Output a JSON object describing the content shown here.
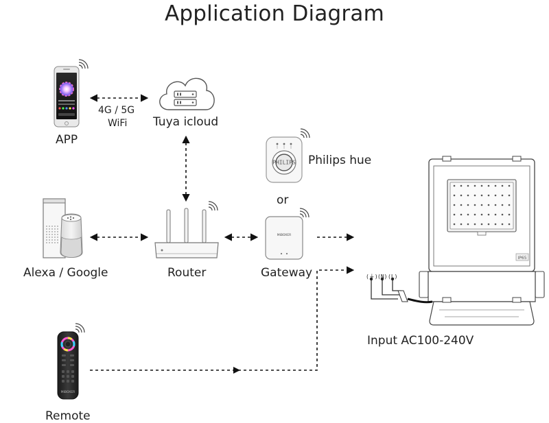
{
  "title": "Application Diagram",
  "nodes": {
    "app": "APP",
    "cloud": "Tuya icloud",
    "network": [
      "4G / 5G",
      "WiFi"
    ],
    "philips": "Philips hue",
    "or": "or",
    "alexa": "Alexa / Google",
    "router": "Router",
    "gateway": "Gateway",
    "remote": "Remote",
    "input": "Input AC100-240V"
  },
  "terminals": [
    "(⏚)",
    "(N)",
    "(L)"
  ],
  "device_marks": {
    "light_badge": "IP65",
    "gateway_brand": "MiBOXER",
    "hue_brand": "PHILIPS",
    "remote_brand": "MiBOXER"
  }
}
